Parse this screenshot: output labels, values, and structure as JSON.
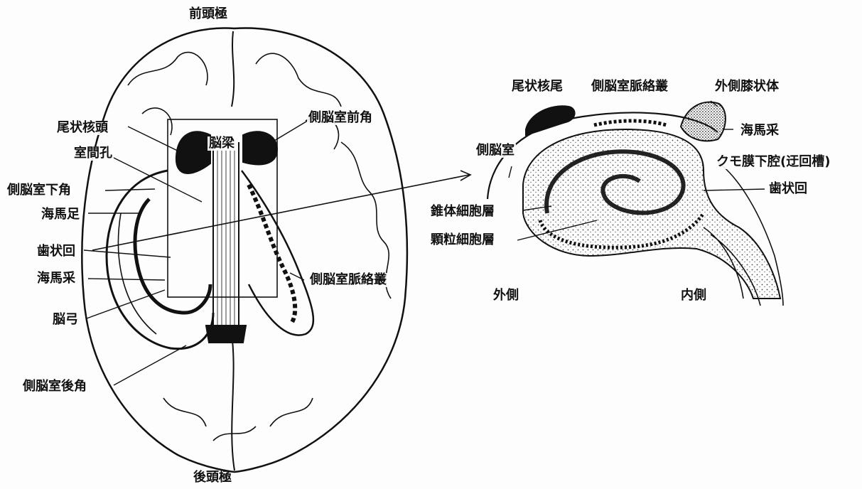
{
  "left": {
    "top": "前頭極",
    "bottom": "後頭極",
    "corpus_callosum": "脳梁",
    "caudate_head": "尾状核頭",
    "interventricular_foramen": "室間孔",
    "inferior_horn": "側脳室下角",
    "hippocampal_foot": "海馬足",
    "dentate_gyrus": "歯状回",
    "fimbria": "海馬采",
    "fornix": "脳弓",
    "posterior_horn": "側脳室後角",
    "anterior_horn": "側脳室前角",
    "choroid_plexus": "側脳室脈絡叢"
  },
  "right": {
    "caudate_tail": "尾状核尾",
    "choroid_plexus": "側脳室脈絡叢",
    "lateral_geniculate": "外側膝状体",
    "fimbria": "海馬采",
    "subarachnoid": "クモ膜下腔(迂回槽)",
    "dentate_gyrus": "歯状回",
    "lateral_ventricle": "側脳室",
    "pyramidal_layer": "錐体細胞層",
    "granule_layer": "顆粒細胞層",
    "lateral": "外側",
    "medial": "内側"
  }
}
